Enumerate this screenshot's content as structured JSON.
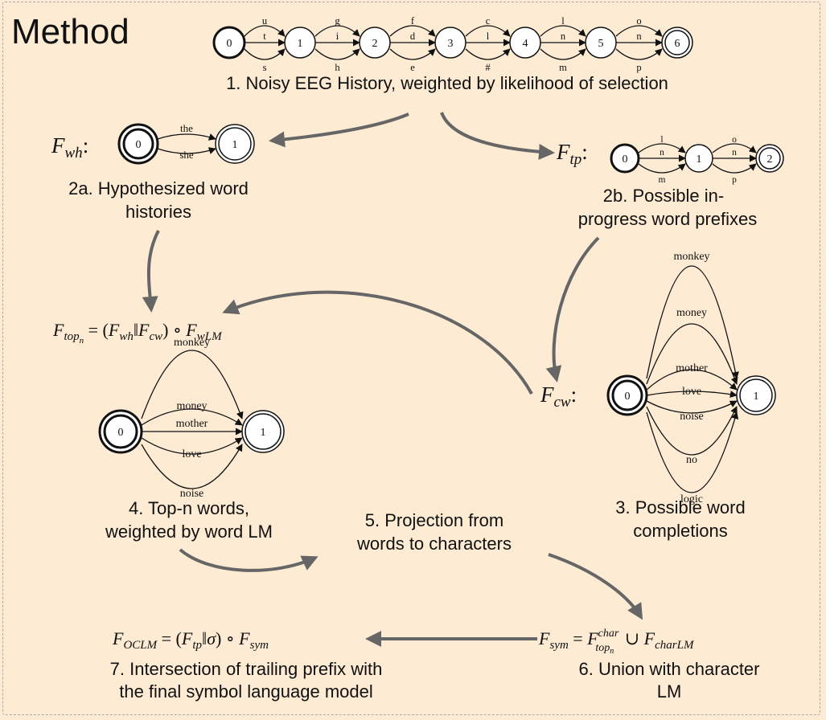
{
  "title": "Method",
  "steps": {
    "s1": "1. Noisy EEG History, weighted by likelihood of selection",
    "s2a_line1": "2a. Hypothesized word",
    "s2a_line2": "histories",
    "s2b_line1": "2b. Possible in-",
    "s2b_line2": "progress word prefixes",
    "s3_line1": "3. Possible word",
    "s3_line2": "completions",
    "s4_line1": "4. Top-n words,",
    "s4_line2": "weighted by word LM",
    "s5_line1": "5. Projection from",
    "s5_line2": "words to characters",
    "s6_line1": "6. Union with character",
    "s6_line2": "LM",
    "s7_line1": "7. Intersection of trailing prefix with",
    "s7_line2": "the final symbol language model"
  },
  "fsa_history": {
    "nodes": [
      "0",
      "1",
      "2",
      "3",
      "4",
      "5",
      "6"
    ],
    "edges": [
      [
        "u",
        "t",
        "s"
      ],
      [
        "g",
        "i",
        "h"
      ],
      [
        "f",
        "d",
        "e"
      ],
      [
        "c",
        "l",
        "#"
      ],
      [
        "l",
        "n",
        "m"
      ],
      [
        "o",
        "n",
        "p"
      ]
    ]
  },
  "fsa_wh": {
    "label": "F",
    "sub": "wh",
    "nodes": [
      "0",
      "1"
    ],
    "edges": [
      "the",
      "she"
    ]
  },
  "fsa_tp": {
    "label": "F",
    "sub": "tp",
    "nodes": [
      "0",
      "1",
      "2"
    ],
    "edges1": [
      "l",
      "n",
      "m"
    ],
    "edges2": [
      "o",
      "n",
      "p"
    ]
  },
  "fsa_cw": {
    "label": "F",
    "sub": "cw",
    "nodes": [
      "0",
      "1"
    ],
    "edges": [
      "monkey",
      "money",
      "mother",
      "love",
      "noise",
      "no",
      "logic"
    ]
  },
  "fsa_topn": {
    "nodes": [
      "0",
      "1"
    ],
    "edges": [
      "monkey",
      "money",
      "mother",
      "love",
      "noise"
    ]
  },
  "formulas": {
    "ftopn": {
      "lhs_sub": "top",
      "lhs_subsub": "n",
      "rhs_open": " = (",
      "f1_sub": "wh",
      "bar": "‖",
      "f2_sub": "cw",
      "rhs_mid": ") ∘ ",
      "f3_sub": "wLM"
    },
    "fsym": {
      "lhs_sub": "sym",
      "eq": " = ",
      "sup": "char",
      "sub": "top",
      "subsub": "n",
      "union": " ∪ ",
      "f2_sub": "charLM"
    },
    "foclm": {
      "lhs_sub": "OCLM",
      "rhs_open": " = (",
      "f1_sub": "tp",
      "bar": "‖",
      "sigma": "σ",
      "rhs_mid": ") ∘ ",
      "f2_sub": "sym"
    }
  },
  "colon": ":",
  "f_letter": "F"
}
